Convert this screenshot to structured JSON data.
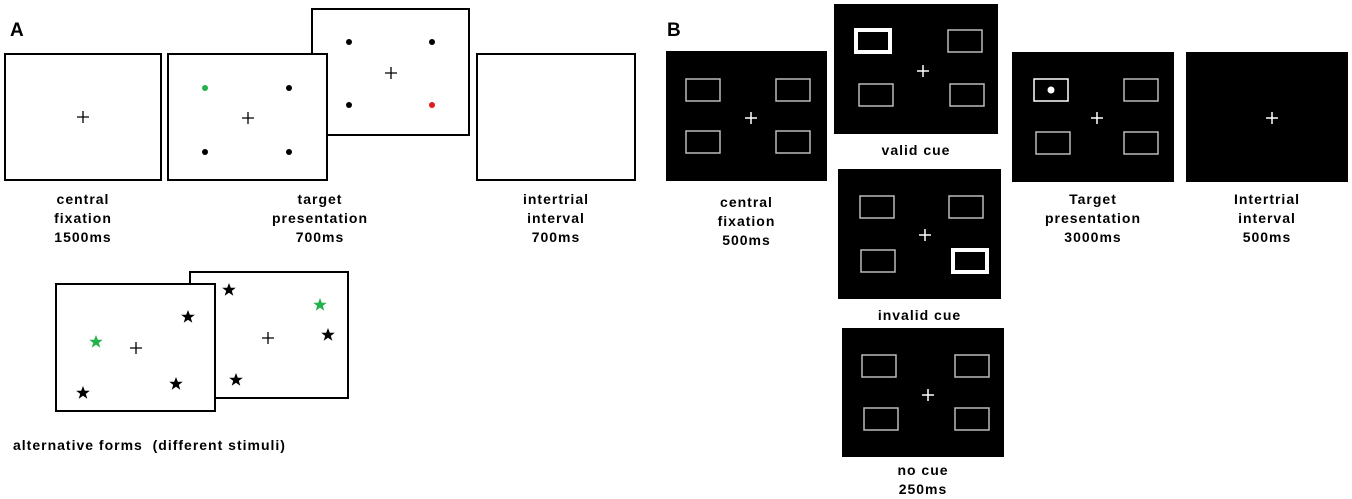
{
  "panels": {
    "a": {
      "label": "A",
      "fixation_caption": "central\nfixation\n1500ms",
      "target_caption": "target\npresentation\n700ms",
      "interval_caption": "intertrial\ninterval\n700ms",
      "alternative_caption": "alternative forms  (different stimuli)",
      "colors": {
        "target_green": "#22b24c",
        "target_red": "#e01b1b",
        "frame": "#000000"
      }
    },
    "b": {
      "label": "B",
      "fixation_caption": "central\nfixation\n500ms",
      "valid_cue_caption": "valid cue",
      "invalid_cue_caption": "invalid cue",
      "no_cue_caption": "no cue\n250ms",
      "target_caption": "Target\npresentation\n3000ms",
      "interval_caption": "Intertrial\ninterval\n500ms",
      "colors": {
        "screen": "#000000",
        "box": "#bbbbbb",
        "cue_box": "#ffffff"
      }
    }
  }
}
